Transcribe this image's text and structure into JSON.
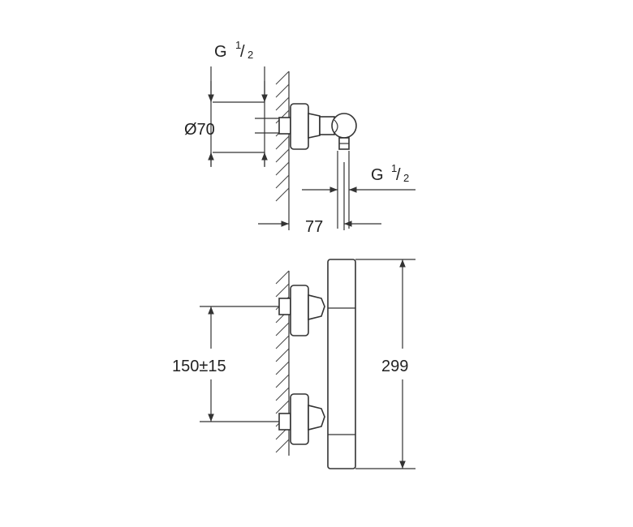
{
  "top_view": {
    "thread_top": {
      "g": "G",
      "num": "1",
      "den": "2"
    },
    "diameter": "Ø70",
    "thread_side": {
      "g": "G",
      "num": "1",
      "den": "2"
    },
    "depth": "77"
  },
  "front_view": {
    "spacing": "150±15",
    "height": "299"
  }
}
